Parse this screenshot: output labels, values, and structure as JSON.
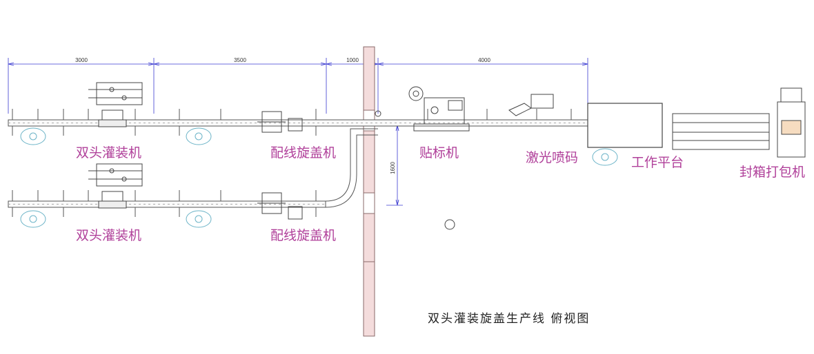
{
  "drawing": {
    "title": "双头灌装旋盖生产线  俯视图",
    "dimensions": {
      "d1": "3000",
      "d2": "3500",
      "d3": "1000",
      "d4": "4000",
      "d5": "1600"
    },
    "labels": {
      "filler_top": "双头灌装机",
      "filler_bottom": "双头灌装机",
      "capper_top": "配线旋盖机",
      "capper_bottom": "配线旋盖机",
      "labeler": "贴标机",
      "laser": "激光喷码",
      "platform": "工作平台",
      "packer": "封箱打包机"
    },
    "colors": {
      "line": "#555555",
      "label": "#b0409a",
      "dimension": "#3a3ad0",
      "wall_fill": "#f4dcdc",
      "wall_stroke": "#8a6a6a",
      "worker": "#6bb3c7"
    }
  }
}
